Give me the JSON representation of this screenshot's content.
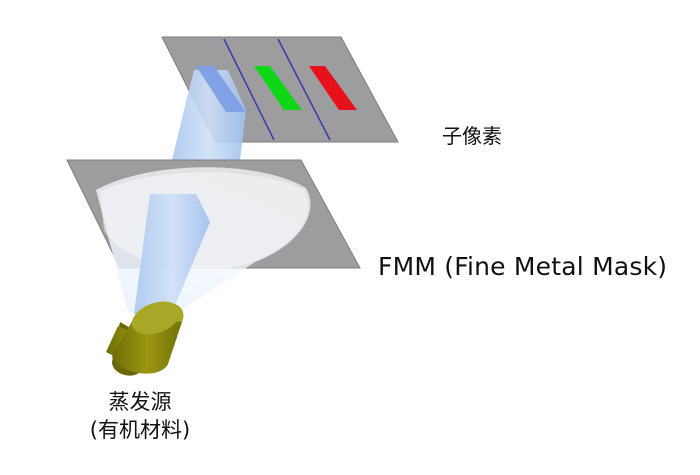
{
  "labels": {
    "subpixel": "子像素",
    "fmm": "FMM (Fine Metal Mask)",
    "source_line1": "蒸发源",
    "source_line2": "(有机材料)"
  },
  "colors": {
    "plate_gray": "#9d9da0",
    "plate_edge": "#7d7d80",
    "divider_line": "#3a3aa8",
    "subpixel_blue": "#7e9fe6",
    "subpixel_green": "#10d618",
    "subpixel_red": "#e8101a",
    "vapor_beam": "#b9d2f4",
    "source_cylinder": "#8c8910",
    "source_cylinder_top": "#aaa628"
  }
}
